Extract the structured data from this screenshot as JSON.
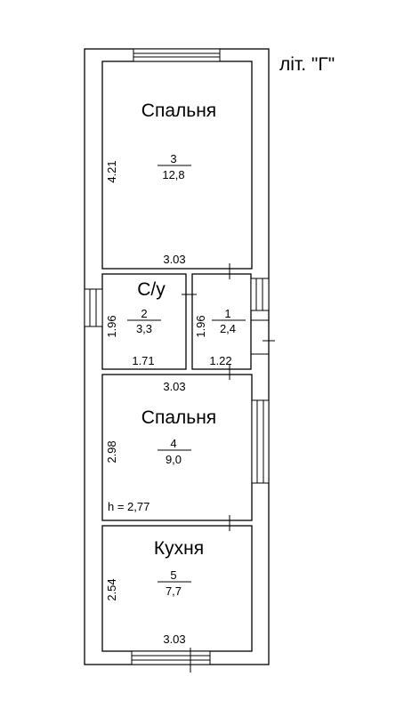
{
  "building_label": "літ. \"Г\"",
  "ceiling_height": "h = 2,77",
  "rooms": [
    {
      "name": "Спальня",
      "number": "3",
      "area": "12,8",
      "width": "3.03",
      "length": "4.21"
    },
    {
      "name": "С/у",
      "number": "2",
      "area": "3,3",
      "width": "1.71",
      "length": "1.96"
    },
    {
      "name": "",
      "number": "1",
      "area": "2,4",
      "width": "1.22",
      "length": "1.96"
    },
    {
      "name": "Спальня",
      "number": "4",
      "area": "9,0",
      "width": "3.03",
      "length": "2.98"
    },
    {
      "name": "Кухня",
      "number": "5",
      "area": "7,7",
      "width": "3.03",
      "length": "2.54"
    }
  ]
}
